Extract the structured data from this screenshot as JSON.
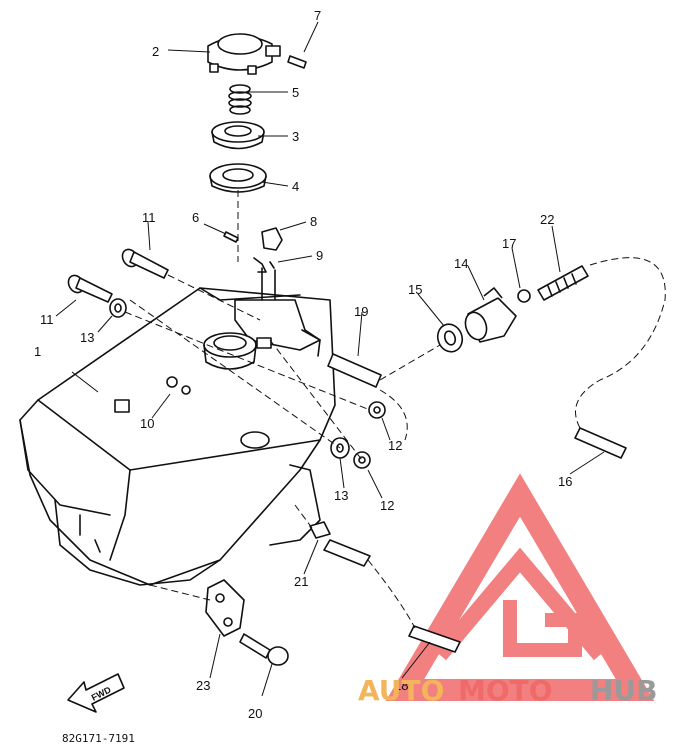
{
  "diagram": {
    "callouts": [
      "1",
      "2",
      "3",
      "4",
      "5",
      "6",
      "7",
      "8",
      "9",
      "10",
      "11",
      "11",
      "12",
      "12",
      "13",
      "13",
      "14",
      "15",
      "16",
      "17",
      "18",
      "19",
      "20",
      "21",
      "22",
      "23"
    ],
    "fwd_label": "FWD",
    "drawing_code": "82G171-7191"
  },
  "watermark": {
    "part1": "AUTO",
    "part2": "MOTO",
    "part3": "HUB",
    "color_orange": "#f3b45a",
    "color_red": "#f06a6a",
    "color_gray": "#9a9a9a"
  }
}
